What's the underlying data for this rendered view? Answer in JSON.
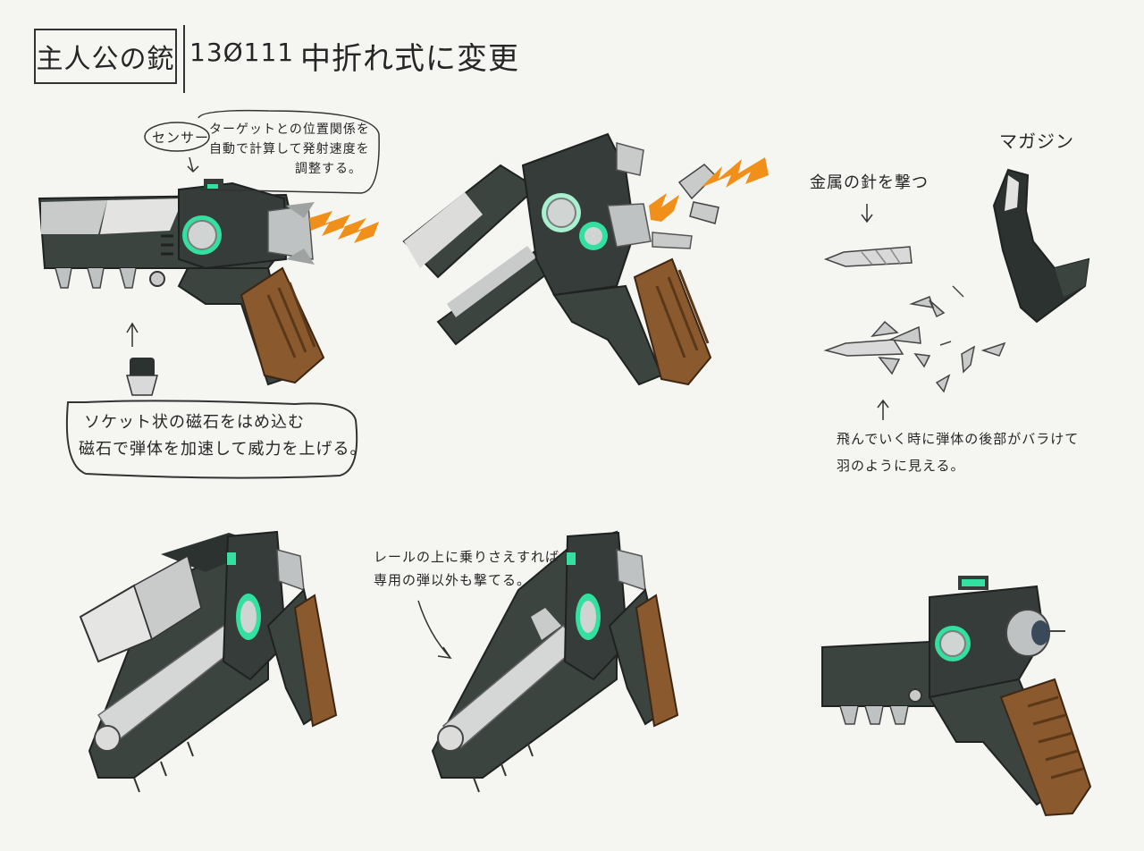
{
  "header": {
    "title": "主人公の銃",
    "date": "13Ø111",
    "change": "中折れ式に変更"
  },
  "annotations": {
    "sensor": "センサー",
    "sensor_desc_line1": "ターゲットとの位置関係を",
    "sensor_desc_line2": "自動で計算して発射速度を",
    "sensor_desc_line3": "調整する。",
    "magnet_line1": "ソケット状の磁石をはめ込む",
    "magnet_line2": "磁石で弾体を加速して威力を上げる。",
    "magazine": "マガジン",
    "needle": "金属の針を撃つ",
    "fin_line1": "飛んでいく時に弾体の後部がバラけて",
    "fin_line2": "羽のように見える。",
    "rail_line1": "レールの上に乗りさえすれば",
    "rail_line2": "専用の弾以外も撃てる。"
  },
  "colors": {
    "body": "#3c4440",
    "body_dark": "#2c322f",
    "metal": "#c9cbcb",
    "glow": "#33e0a0",
    "grip": "#8a5a2e",
    "flame": "#f0901a"
  }
}
